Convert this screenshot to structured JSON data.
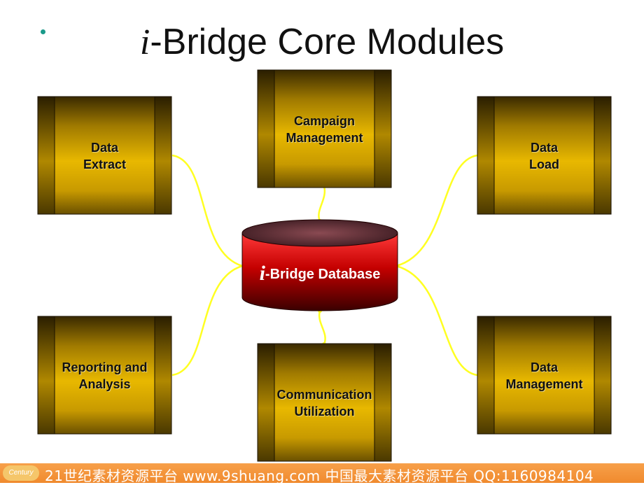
{
  "title": {
    "prefix": "i",
    "text": "-Bridge Core Modules"
  },
  "modules": [
    {
      "id": "data-extract",
      "label": "Data\nExtract"
    },
    {
      "id": "campaign-management",
      "label": "Campaign\nManagement"
    },
    {
      "id": "data-load",
      "label": "Data\nLoad"
    },
    {
      "id": "reporting-analysis",
      "label": "Reporting and\nAnalysis"
    },
    {
      "id": "communication-utilization",
      "label": "Communication\nUtilization"
    },
    {
      "id": "data-management",
      "label": "Data\nManagement"
    }
  ],
  "database": {
    "prefix": "i",
    "label": "-Bridge Database"
  },
  "colors": {
    "module_fill": "#e8b800",
    "module_dark": "#3a2a00",
    "connector": "#ffff22",
    "database": "#c40000",
    "footer": "#f08a2e"
  },
  "footer": {
    "logo": "Century",
    "text": "21世纪素材资源平台  www.9shuang.com   中国最大素材资源平台 QQ:1160984104"
  }
}
